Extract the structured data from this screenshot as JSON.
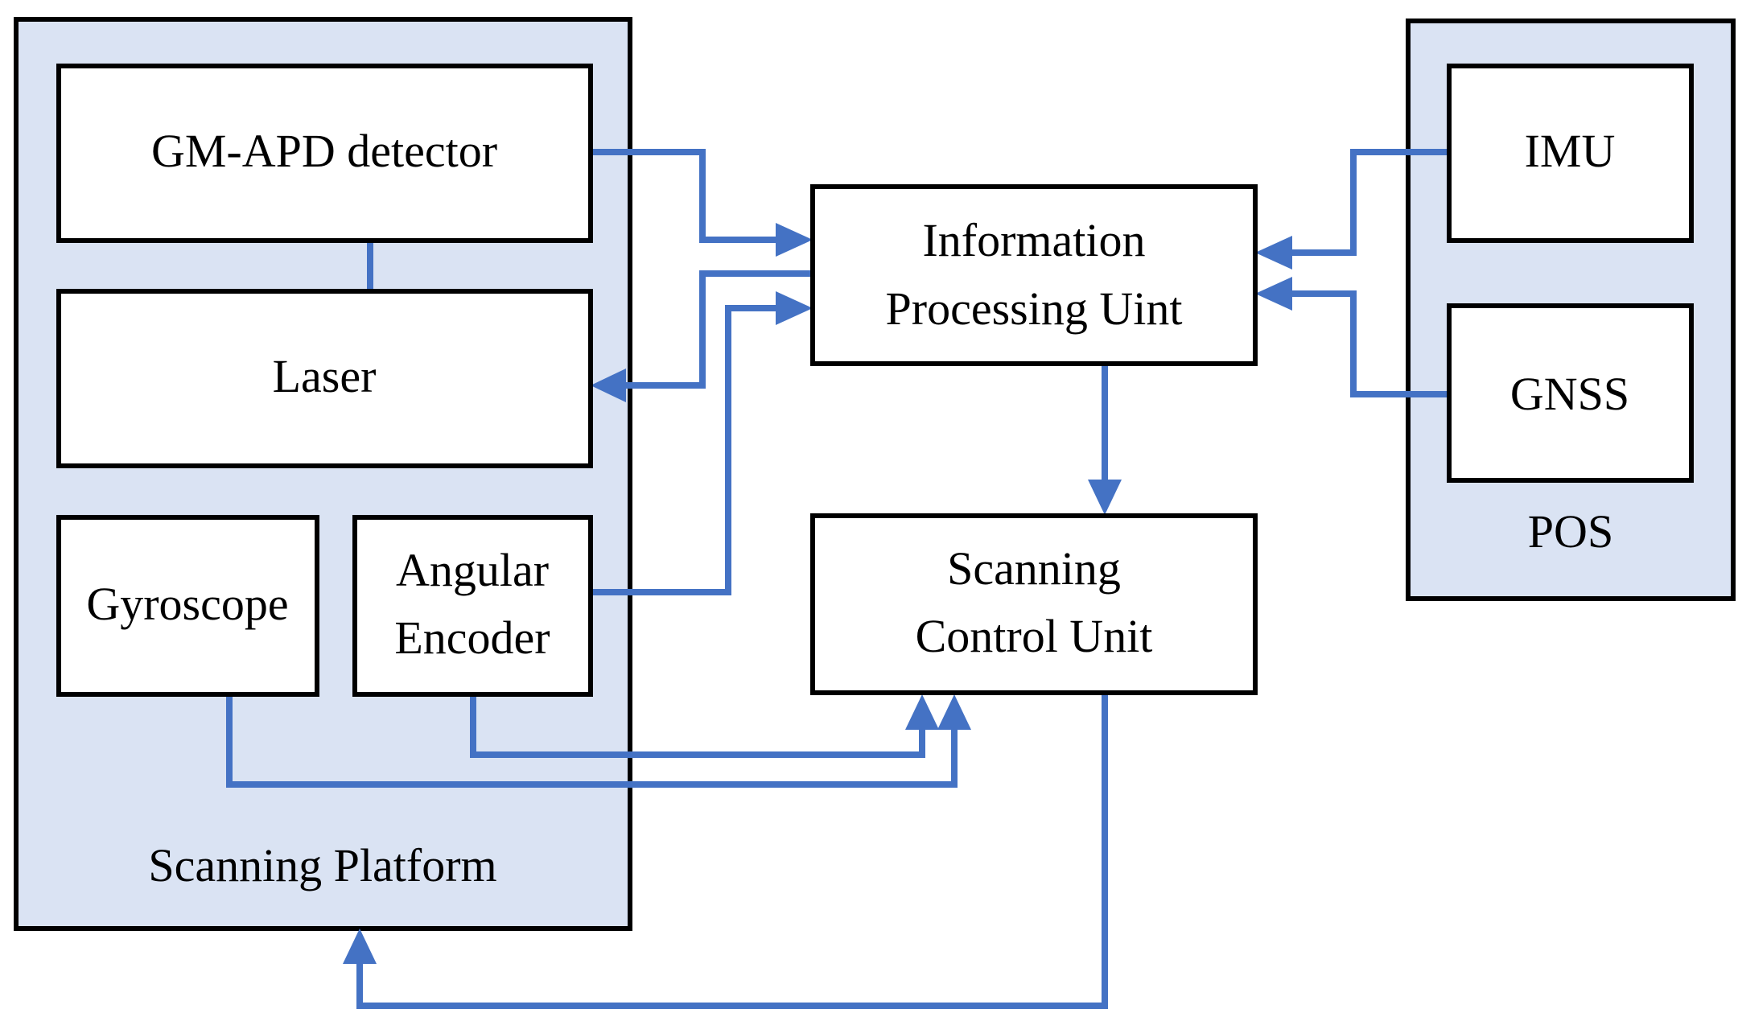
{
  "groups": {
    "scanning_platform": {
      "label": "Scanning Platform"
    },
    "pos": {
      "label": "POS"
    }
  },
  "blocks": {
    "gm_apd_detector": {
      "label": "GM-APD detector"
    },
    "laser": {
      "label": "Laser"
    },
    "gyroscope": {
      "label": "Gyroscope"
    },
    "angular_encoder": {
      "line1": "Angular",
      "line2": "Encoder"
    },
    "info_processing": {
      "line1": "Information",
      "line2": "Processing Uint"
    },
    "scanning_control": {
      "line1": "Scanning",
      "line2": "Control Unit"
    },
    "imu": {
      "label": "IMU"
    },
    "gnss": {
      "label": "GNSS"
    }
  },
  "colors": {
    "wire": "#4472c4",
    "group_fill": "#dae3f3",
    "border": "#000000"
  }
}
